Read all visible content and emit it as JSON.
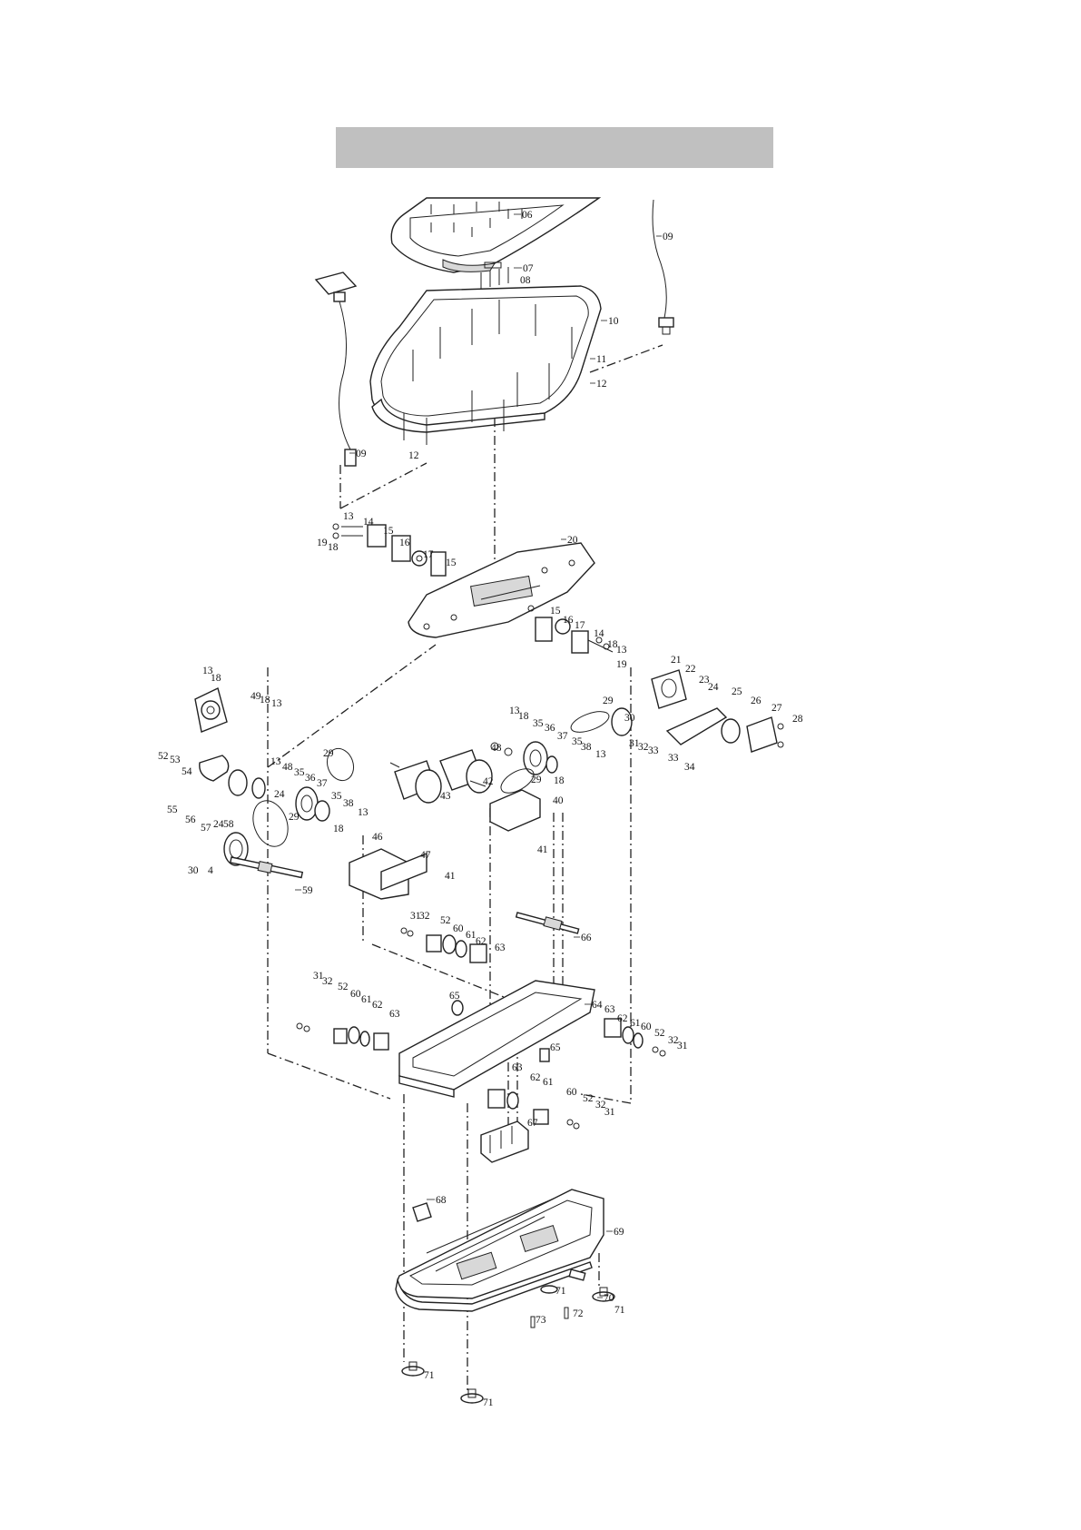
{
  "header": {
    "title": ""
  },
  "colors": {
    "band": "#c0c0c0",
    "ink": "#222222"
  },
  "parts": [
    "06",
    "07",
    "08",
    "09",
    "10",
    "11",
    "12",
    "13",
    "14",
    "15",
    "16",
    "17",
    "18",
    "19",
    "20",
    "21",
    "22",
    "23",
    "24",
    "25",
    "26",
    "27",
    "28",
    "29",
    "30",
    "31",
    "32",
    "33",
    "34",
    "35",
    "36",
    "37",
    "38",
    "4",
    "40",
    "41",
    "42",
    "43",
    "46",
    "47",
    "48",
    "49",
    "52",
    "53",
    "54",
    "55",
    "56",
    "57",
    "58",
    "59",
    "60",
    "61",
    "62",
    "63",
    "64",
    "65",
    "66",
    "67",
    "68",
    "69",
    "70",
    "71",
    "72",
    "73"
  ]
}
